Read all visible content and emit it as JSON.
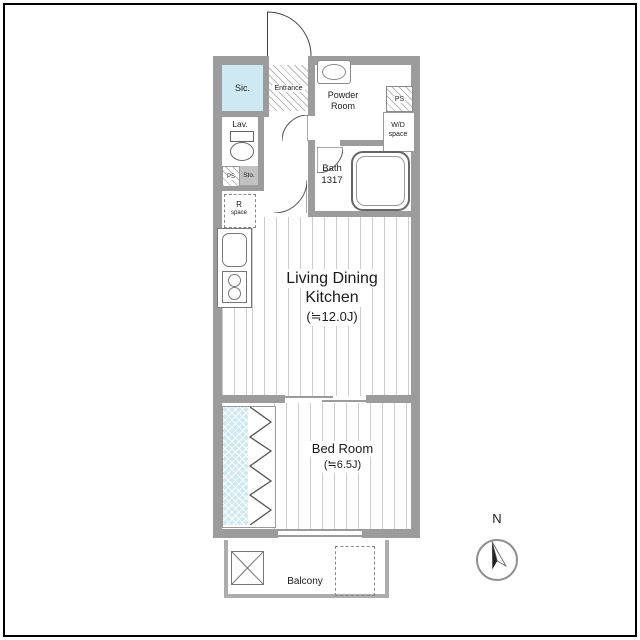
{
  "title": "Apartment floor plan",
  "labels": {
    "sic": "Sic.",
    "entrance": "Entrance",
    "powder_line1": "Powder",
    "powder_line2": "Room",
    "ps_top": "PS",
    "wd_line1": "W/D",
    "wd_line2": "space",
    "lav": "Lav.",
    "ps_left": "PS",
    "sto": "Sto.",
    "r": "R",
    "r_sub": "space",
    "bath_line1": "Bath",
    "bath_line2": "1317",
    "ldk_line1": "Living Dining",
    "ldk_line2": "Kitchen",
    "ldk_size": "(≒12.0J)",
    "bedroom": "Bed Room",
    "bedroom_size": "(≒6.5J)",
    "balcony": "Balcony",
    "compass_north": "N"
  },
  "colors": {
    "wall_gray": "#9c9c9c",
    "balcony_wall_gray": "#adadad",
    "closet_blue": "#cfe9f2",
    "floor_line_gray": "#cccccc"
  }
}
